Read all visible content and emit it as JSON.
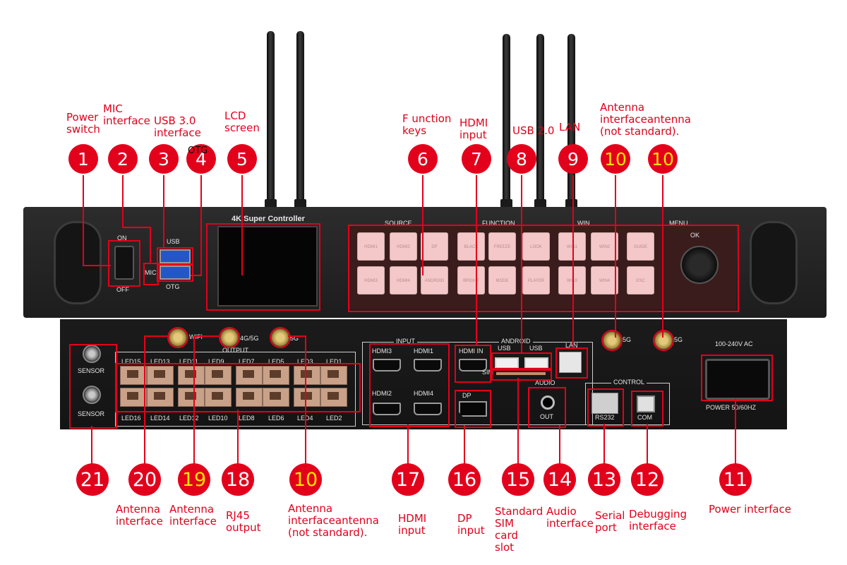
{
  "device": {
    "model_label": "4K Super Controller",
    "power_on": "ON",
    "power_off": "OFF",
    "usb": "USB",
    "otg": "OTG",
    "mic": "MIC",
    "source": "SOURCE",
    "function": "FUNCTION",
    "win": "WIN",
    "menu": "MENU",
    "ok": "OK",
    "keys": [
      "HDMI1",
      "HDMI2",
      "DP",
      "BLACK",
      "FREEZE",
      "LOOK",
      "WIN1",
      "WIN2",
      "GUIDE",
      "HDMI3",
      "HDMI4",
      "ANDROID",
      "BRIGHT",
      "MODE",
      "PLAYER",
      "WIN3",
      "WIN4",
      "ESC"
    ],
    "wifi": "WIFI",
    "lte": "4G/5G",
    "five_g": "5G",
    "output": "OUTPUT",
    "led_top": [
      "LED15",
      "LED13",
      "LED11",
      "LED9",
      "LED7",
      "LED5",
      "LED3",
      "LED1"
    ],
    "led_bottom": [
      "LED16",
      "LED14",
      "LED12",
      "LED10",
      "LED8",
      "LED6",
      "LED4",
      "LED2"
    ],
    "sensor": "SENSOR",
    "input": "INPUT",
    "hdmi3": "HDMI3",
    "hdmi1": "HDMI1",
    "hdmi2": "HDMI2",
    "hdmi4": "HDMI4",
    "android": "ANDROID",
    "hdmi_in": "HDMI IN",
    "usb_port": "USB",
    "lan": "LAN",
    "sim": "SIM",
    "audio": "AUDIO",
    "out": "OUT",
    "dp": "DP",
    "control": "CONTROL",
    "rs232": "RS232",
    "com": "COM",
    "ac_rating": "100-240V AC",
    "power_rating": "POWER 50/60HZ"
  },
  "callouts_top": [
    {
      "num": "1",
      "label": "Power\nswitch"
    },
    {
      "num": "2",
      "label": "MIC\ninterface"
    },
    {
      "num": "3",
      "label": "USB 3.0\ninterface"
    },
    {
      "num": "4",
      "label": "OTG"
    },
    {
      "num": "5",
      "label": "LCD\nscreen"
    },
    {
      "num": "6",
      "label": "F unction\nkeys"
    },
    {
      "num": "7",
      "label": "HDMI\ninput"
    },
    {
      "num": "8",
      "label": "USB 2.0"
    },
    {
      "num": "9",
      "label": "LAN"
    },
    {
      "num": "10",
      "label": "Antenna\ninterfaceantenna\n(not standard)."
    },
    {
      "num": "10",
      "label": ""
    }
  ],
  "callouts_bottom": [
    {
      "num": "21",
      "label": ""
    },
    {
      "num": "20",
      "label": "Antenna\ninterface"
    },
    {
      "num": "19",
      "label": "Antenna\ninterface"
    },
    {
      "num": "18",
      "label": "RJ45\noutput"
    },
    {
      "num": "10",
      "label": "Antenna\ninterfaceantenna\n(not standard)."
    },
    {
      "num": "17",
      "label": "HDMI\ninput"
    },
    {
      "num": "16",
      "label": "DP\ninput"
    },
    {
      "num": "15",
      "label": "Standard\nSIM\ncard\n slot"
    },
    {
      "num": "14",
      "label": "Audio\ninterface"
    },
    {
      "num": "13",
      "label": "Serial\nport"
    },
    {
      "num": "12",
      "label": "Debugging\ninterface"
    },
    {
      "num": "11",
      "label": "Power interface"
    }
  ],
  "colors": {
    "callout_red": "#e3001b",
    "gold_number": "#ffe600",
    "key_pink": "#f4c7c8"
  }
}
